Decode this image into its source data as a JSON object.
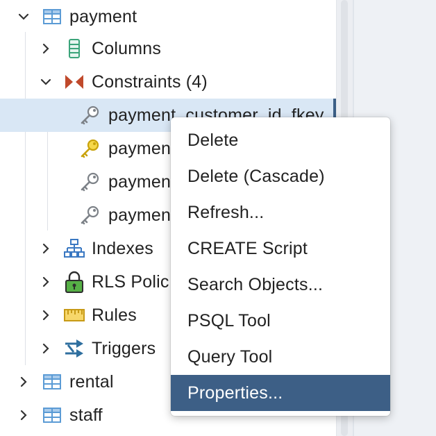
{
  "tree": {
    "items": [
      {
        "label": "payment",
        "icon": "table-icon",
        "expanded": true
      },
      {
        "label": "Columns",
        "icon": "columns-icon",
        "expanded": false
      },
      {
        "label": "Constraints (4)",
        "icon": "constraints-icon",
        "expanded": true
      },
      {
        "label": "payment_customer_id_fkey",
        "icon": "foreign-key-icon",
        "selected": true
      },
      {
        "label": "paymen",
        "icon": "primary-key-icon"
      },
      {
        "label": "paymen",
        "icon": "foreign-key-icon"
      },
      {
        "label": "paymen",
        "icon": "foreign-key-icon"
      },
      {
        "label": "Indexes",
        "icon": "indexes-icon",
        "expanded": false
      },
      {
        "label": "RLS Polic",
        "icon": "rls-policy-icon",
        "expanded": false
      },
      {
        "label": "Rules",
        "icon": "rules-icon",
        "expanded": false
      },
      {
        "label": "Triggers",
        "icon": "triggers-icon",
        "expanded": false
      },
      {
        "label": "rental",
        "icon": "table-icon",
        "expanded": false
      },
      {
        "label": "staff",
        "icon": "table-icon",
        "expanded": false
      }
    ]
  },
  "context_menu": {
    "items": [
      {
        "label": "Delete"
      },
      {
        "label": "Delete (Cascade)"
      },
      {
        "label": "Refresh..."
      },
      {
        "label": "CREATE Script"
      },
      {
        "label": "Search Objects..."
      },
      {
        "label": "PSQL Tool"
      },
      {
        "label": "Query Tool"
      },
      {
        "label": "Properties...",
        "highlighted": true
      }
    ]
  },
  "colors": {
    "selection_bg": "#d9e7f5",
    "menu_highlight": "#3d5f86",
    "table_icon": "#5b9bd5",
    "primary_key": "#e8c21a",
    "foreign_key": "#8a8f96"
  }
}
